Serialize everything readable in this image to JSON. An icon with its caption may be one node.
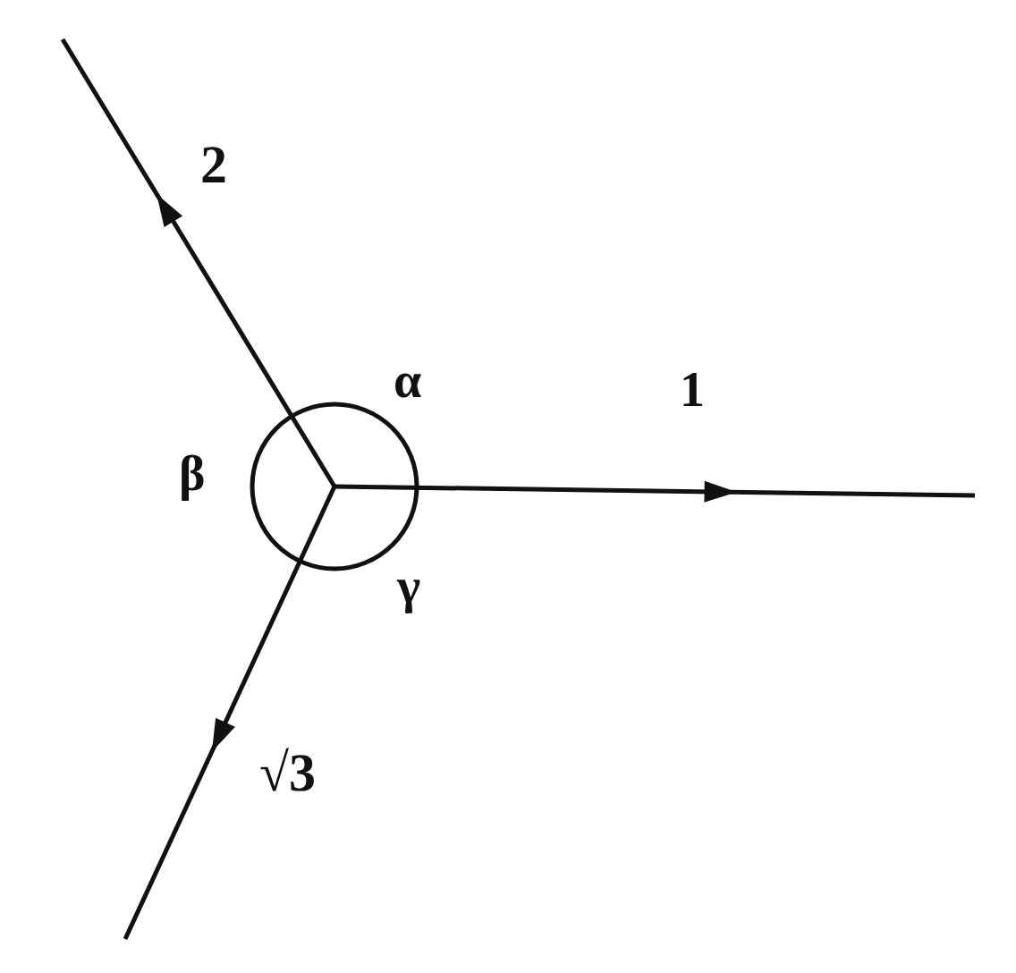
{
  "diagram": {
    "labels": [
      "2",
      "α",
      "1",
      "β",
      "γ",
      "√3"
    ]
  }
}
